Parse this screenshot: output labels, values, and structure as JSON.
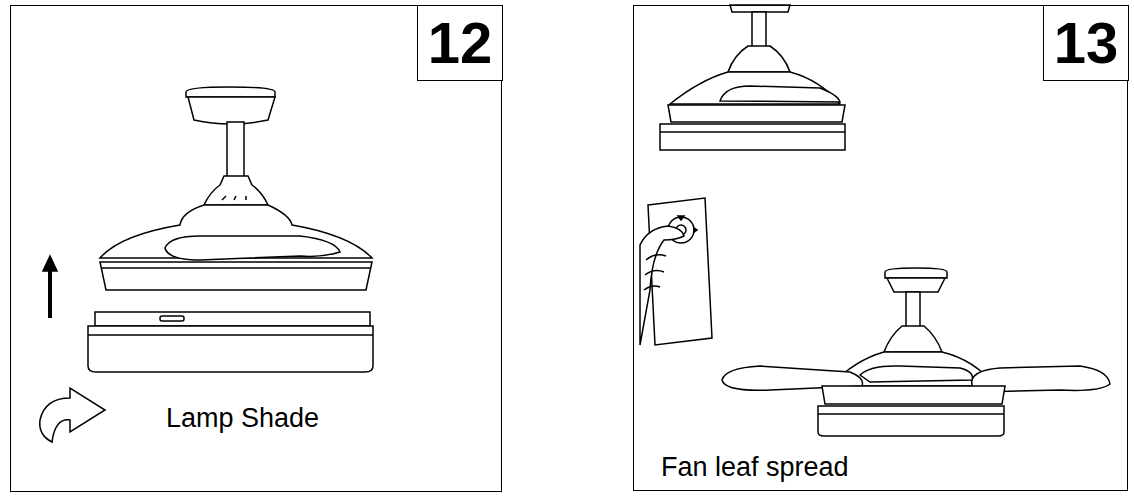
{
  "diagram": {
    "nodes": [
      {
        "text": [
          "Lamp Shade"
        ]
      },
      {
        "text": [
          "12"
        ],
        "in": 0
      },
      {
        "text": [
          "Fan leaf spread"
        ]
      },
      {
        "text": [
          "13"
        ],
        "in": 2
      }
    ]
  }
}
